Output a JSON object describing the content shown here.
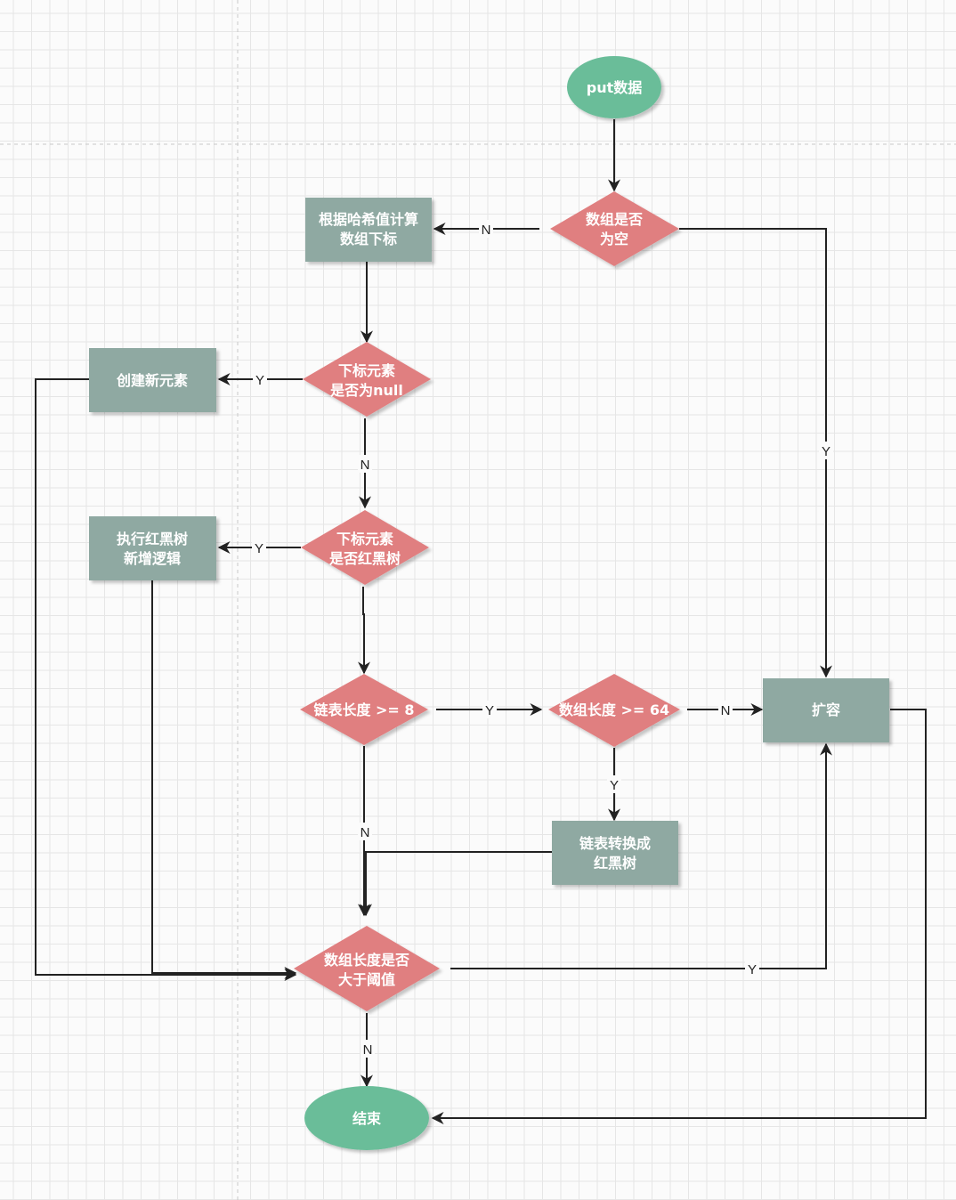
{
  "colors": {
    "terminal": "#6bbd99",
    "decision": "#e07f80",
    "process": "#8fa9a2",
    "line": "#222222"
  },
  "nodes": {
    "start": "put数据",
    "array_empty": [
      "数组是否",
      "为空"
    ],
    "compute_index": [
      "根据哈希值计算",
      "数组下标"
    ],
    "index_null": [
      "下标元素",
      "是否为null"
    ],
    "create_element": "创建新元素",
    "index_tree": [
      "下标元素",
      "是否红黑树"
    ],
    "tree_insert": [
      "执行红黑树",
      "新增逻辑"
    ],
    "list_len_8": "链表长度 >= 8",
    "array_len_64": "数组长度 >= 64",
    "resize": "扩容",
    "convert_tree": [
      "链表转换成",
      "红黑树"
    ],
    "over_threshold": [
      "数组长度是否",
      "大于阈值"
    ],
    "end": "结束"
  },
  "edge_labels": {
    "yes": "Y",
    "no": "N"
  }
}
